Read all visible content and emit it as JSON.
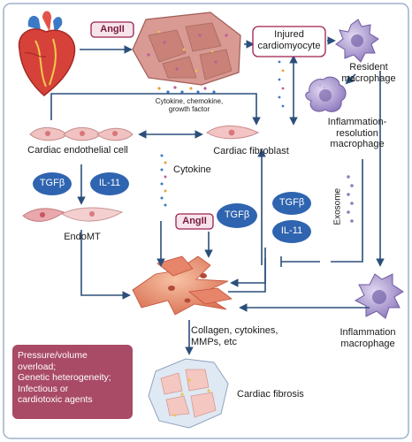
{
  "labels": {
    "angii_top": "AngII",
    "injured_line1": "Injured",
    "injured_line2": "cardiomyocyte",
    "resident_line1": "Resident",
    "resident_line2": "macrophage",
    "secreted_line1": "Cytokine, chemokine,",
    "secreted_line2": "growth factor",
    "inflam_res_line1": "Inflammation-",
    "inflam_res_line2": "resolution",
    "inflam_res_line3": "macrophage",
    "endothelial": "Cardiac endothelial cell",
    "fibroblast": "Cardiac fibroblast",
    "cytokine": "Cytokine",
    "exosome": "Exosome",
    "tgfb_left": "TGFβ",
    "il11_left": "IL-11",
    "endomt": "EndoMT",
    "angii_mid": "AngII",
    "tgfb_center": "TGFβ",
    "tgfb_right": "TGFβ",
    "il11_right": "IL-11",
    "products_line1": "Collagen, cytokines,",
    "products_line2": "MMPs, etc",
    "inflam_line1": "Inflammation",
    "inflam_line2": "macrophage",
    "causes_line1": "Pressure/volume",
    "causes_line2": "overload;",
    "causes_line3": "Genetic heterogeneity;",
    "causes_line4": "Infectious or",
    "causes_line5": "cardiotoxic agents",
    "fibrosis": "Cardiac fibrosis"
  },
  "colors": {
    "frame": "#9fb1c9",
    "arrow": "#2b4f7a",
    "pill_fill": "#2f64b0",
    "angii_fill": "#f6e4ea",
    "angii_border": "#9c1f4f",
    "causes_fill": "#a94a67",
    "tissue": "#cf8f88"
  }
}
